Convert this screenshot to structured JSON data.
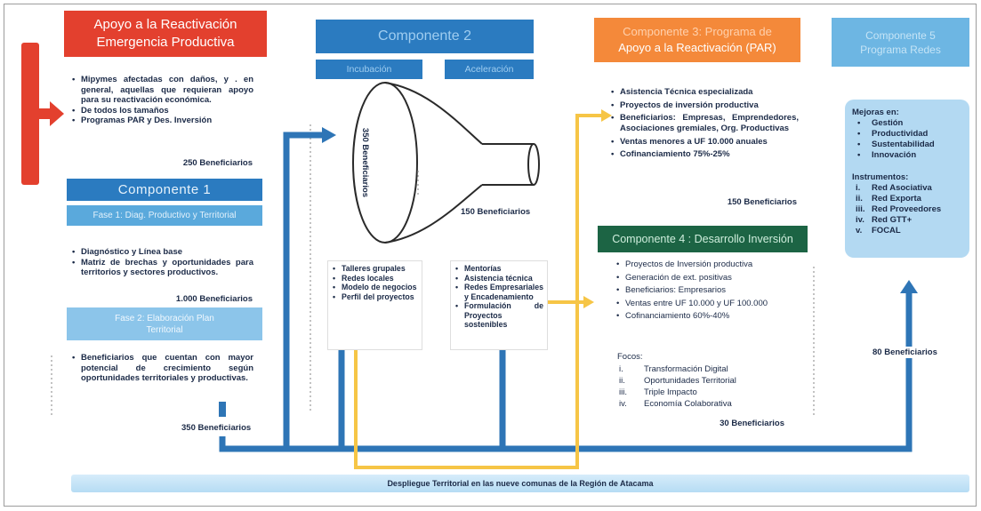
{
  "colors": {
    "red": "#e3402e",
    "blue_dark": "#2b7bc0",
    "blue_mid": "#5aa9dc",
    "blue_light": "#8cc5ea",
    "blue_pale": "#b3d9f2",
    "orange": "#f4893a",
    "green_dark": "#1c6444",
    "connector_blue": "#2e75b6",
    "connector_yellow": "#f6c546",
    "text": "#1b2a47"
  },
  "emergencia": {
    "title_line1": "Apoyo a la Reactivación",
    "title_line2": "Emergencia Productiva",
    "bullets": [
      "Mipymes afectadas con daños, y . en general, aquellas que requieran apoyo para su reactivación económica.",
      "De todos los tamaños",
      "Programas PAR y Des. Inversión"
    ],
    "beneficiarios": "250 Beneficiarios"
  },
  "componente1": {
    "title": "Componente 1",
    "fase1": {
      "title": "Fase 1: Diag. Productivo y Territorial",
      "bullets": [
        "Diagnóstico y Línea base",
        "Matriz de brechas y oportunidades para territorios y sectores productivos."
      ],
      "beneficiarios": "1.000 Beneficiarios"
    },
    "fase2": {
      "title": "Fase 2: Elaboración Plan Territorial",
      "bullets": [
        "Beneficiarios que cuentan con mayor potencial de crecimiento según oportunidades territoriales y productivas."
      ],
      "beneficiarios": "350 Beneficiarios"
    }
  },
  "componente2": {
    "title": "Componente 2",
    "tabs": [
      "Incubación",
      "Aceleración"
    ],
    "funnel_in": "350 Beneficiarios",
    "funnel_out": "150 Beneficiarios",
    "incubacion_items": [
      "Talleres grupales",
      "Redes locales",
      "Modelo de negocios",
      "Perfil del proyectos"
    ],
    "aceleracion_items": [
      "Mentorías",
      "Asistencia técnica",
      "Redes Empresariales y Encadenamiento",
      "Formulación de Proyectos sostenibles"
    ]
  },
  "componente3": {
    "title_line1": "Componente 3: Programa de",
    "title_line2": "Apoyo a la Reactivación (PAR)",
    "bullets": [
      "Asistencia Técnica especializada",
      "Proyectos de inversión productiva",
      "Beneficiarios: Empresas, Emprendedores, Asociaciones gremiales, Org. Productivas",
      "Ventas menores a UF 10.000 anuales",
      "Cofinanciamiento 75%-25%"
    ],
    "beneficiarios": "150 Beneficiarios"
  },
  "componente4": {
    "title": "Componente 4 : Desarrollo Inversión",
    "bullets": [
      "Proyectos de Inversión productiva",
      "Generación de ext. positivas",
      "Beneficiarios: Empresarios",
      "Ventas entre UF 10.000 y UF 100.000",
      "Cofinanciamiento 60%-40%"
    ],
    "focos_label": "Focos:",
    "focos": [
      {
        "num": "i.",
        "text": "Transformación Digital"
      },
      {
        "num": "ii.",
        "text": "Oportunidades Territorial"
      },
      {
        "num": "iii.",
        "text": "Triple Impacto"
      },
      {
        "num": "iv.",
        "text": "Economía Colaborativa"
      }
    ],
    "beneficiarios": "30 Beneficiarios"
  },
  "componente5": {
    "title_line1": "Componente 5",
    "title_line2": "Programa Redes",
    "mejoras_label": "Mejoras en:",
    "mejoras": [
      "Gestión",
      "Productividad",
      "Sustentabilidad",
      "Innovación"
    ],
    "instrumentos_label": "Instrumentos:",
    "instrumentos": [
      {
        "num": "i.",
        "text": "Red Asociativa"
      },
      {
        "num": "ii.",
        "text": "Red Exporta"
      },
      {
        "num": "iii.",
        "text": "Red Proveedores"
      },
      {
        "num": "iv.",
        "text": "Red GTT+"
      },
      {
        "num": "v.",
        "text": "FOCAL"
      }
    ],
    "beneficiarios": "80 Beneficiarios"
  },
  "footer": {
    "text": "Despliegue Territorial en las nueve comunas de la Región de Atacama"
  }
}
